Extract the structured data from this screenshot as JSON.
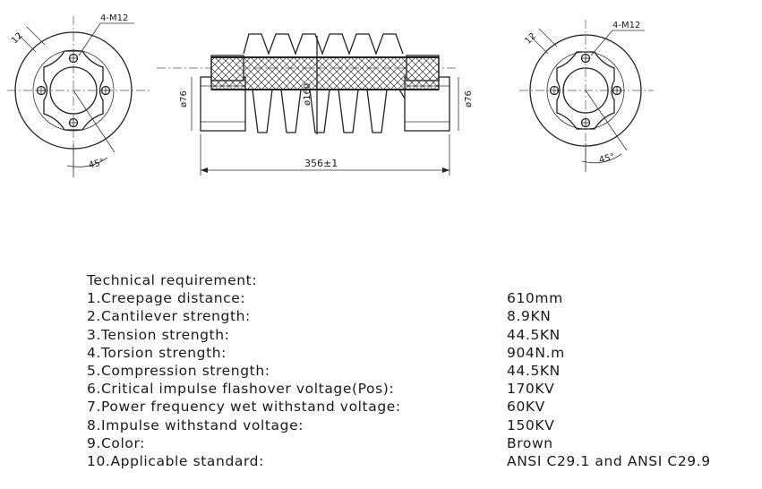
{
  "drawing": {
    "left_view": {
      "bolt_callout": "4-M12",
      "edge_dim": "12",
      "angle": "45°"
    },
    "right_view": {
      "bolt_callout": "4-M12",
      "edge_dim": "12",
      "angle": "45°"
    },
    "side_view": {
      "end_dia_left": "ø76",
      "body_dia": "ø160",
      "end_dia_right": "ø76",
      "length": "356±1"
    }
  },
  "requirements": {
    "title": "Technical requirement:",
    "items": [
      {
        "label": "1.Creepage distance:",
        "value": "610mm"
      },
      {
        "label": "2.Cantilever strength:",
        "value": "8.9KN"
      },
      {
        "label": "3.Tension strength:",
        "value": "44.5KN"
      },
      {
        "label": "4.Torsion strength:",
        "value": "904N.m"
      },
      {
        "label": "5.Compression strength:",
        "value": "44.5KN"
      },
      {
        "label": "6.Critical impulse flashover voltage(Pos):",
        "value": "170KV"
      },
      {
        "label": "7.Power frequency wet withstand voltage:",
        "value": "60KV"
      },
      {
        "label": "8.Impulse withstand voltage:",
        "value": "150KV"
      },
      {
        "label": "9.Color:",
        "value": "Brown"
      },
      {
        "label": "10.Applicable standard:",
        "value": "ANSI C29.1 and ANSI C29.9"
      }
    ]
  }
}
